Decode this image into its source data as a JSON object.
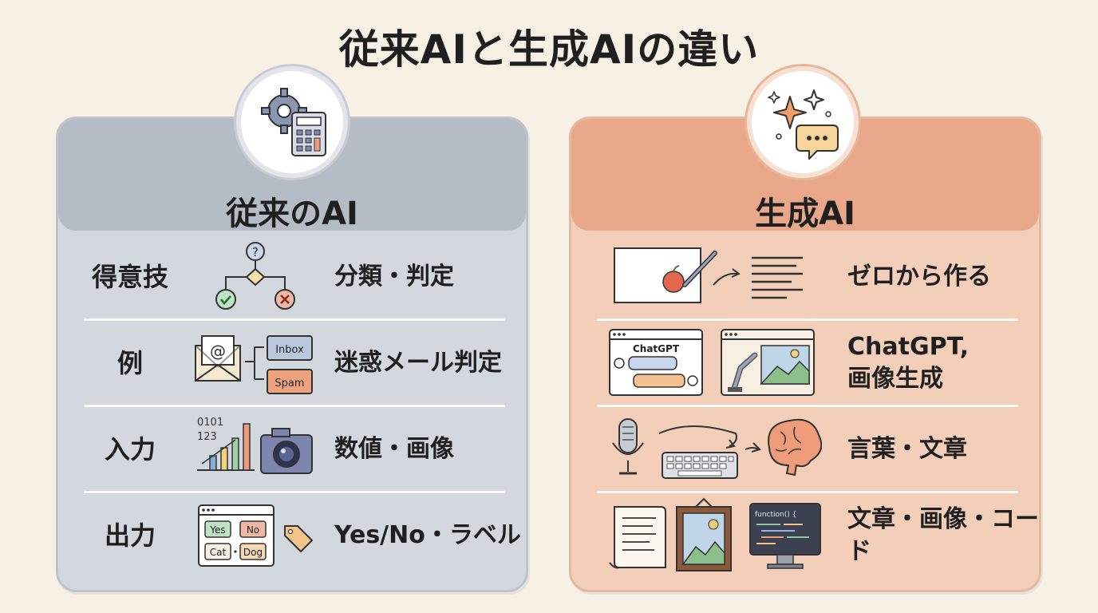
{
  "title": "従来AIと生成AIの違い",
  "traditional": {
    "heading": "従来のAI",
    "rows": [
      {
        "label": "得意技",
        "text": "分類・判定"
      },
      {
        "label": "例",
        "text": "迷惑メール判定",
        "tags": [
          "Inbox",
          "Spam"
        ]
      },
      {
        "label": "入力",
        "text": "数値・画像",
        "numbers": [
          "0101",
          "123"
        ]
      },
      {
        "label": "出力",
        "text": "Yes/No・ラベル",
        "chips": [
          "Yes",
          "No",
          "Cat",
          "Dog"
        ]
      }
    ]
  },
  "generative": {
    "heading": "生成AI",
    "rows": [
      {
        "text": "ゼロから作る"
      },
      {
        "text": "ChatGPT,\n画像生成",
        "app_label": "ChatGPT"
      },
      {
        "text": "言葉・文章"
      },
      {
        "text": "文章・画像・コード",
        "code": "function() {"
      }
    ]
  },
  "colors": {
    "traditional_panel": "#d3d7de",
    "traditional_header": "#b6bcc6",
    "generative_panel": "#f3ceb8",
    "generative_header": "#e8a889",
    "background": "#f6f1e4"
  },
  "icons": {
    "traditional_badge": "gear-calculator-icon",
    "generative_badge": "sparkles-chat-icon"
  }
}
